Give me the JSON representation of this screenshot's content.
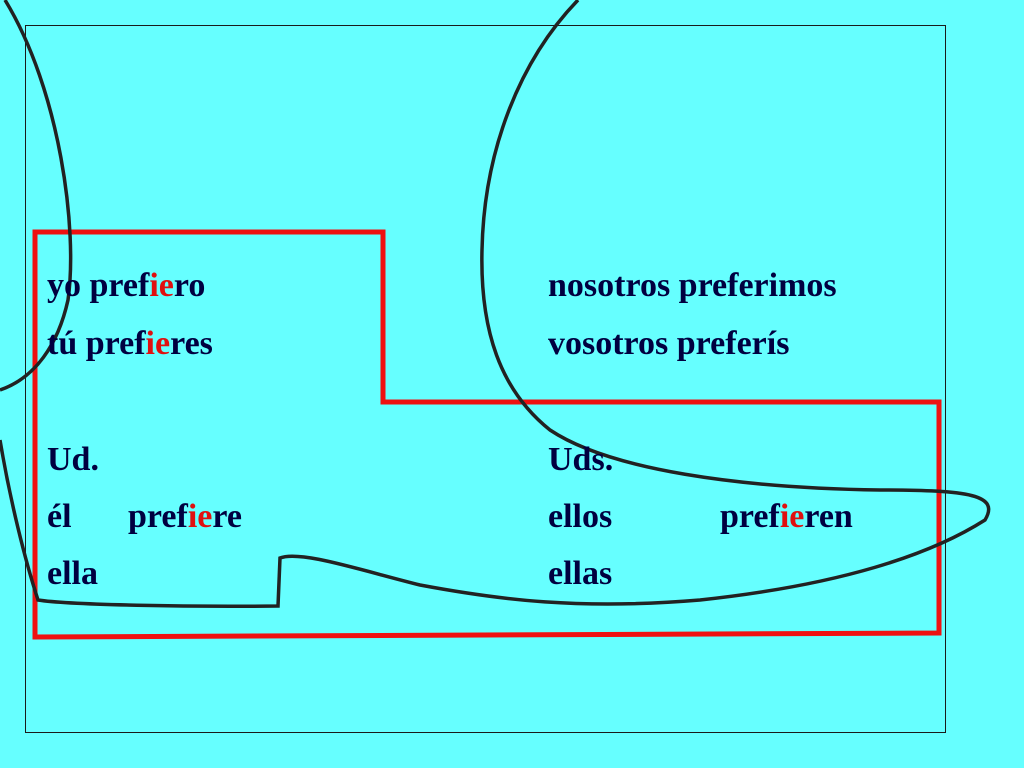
{
  "colors": {
    "background": "#66FFFF",
    "stem_highlight": "#E01010",
    "boot_outline": "#EE1111",
    "curve": "#222222",
    "text": "#000040"
  },
  "singular": {
    "yo": {
      "pronoun": "yo",
      "pre": "pref",
      "stem": "ie",
      "post": "ro"
    },
    "tu": {
      "pronoun": "tú",
      "pre": "pref",
      "stem": "ie",
      "post": "res"
    },
    "ud": {
      "pronoun": "Ud."
    },
    "el": {
      "pronoun": "él",
      "pre": "pref",
      "stem": "ie",
      "post": "re"
    },
    "ella": {
      "pronoun": "ella"
    }
  },
  "plural": {
    "nosotros": {
      "pronoun": "nosotros",
      "verb": "preferimos"
    },
    "vosotros": {
      "pronoun": "vosotros",
      "verb": "preferís"
    },
    "uds": {
      "pronoun": "Uds."
    },
    "ellos": {
      "pronoun": "ellos",
      "pre": "pref",
      "stem": "ie",
      "post": "ren"
    },
    "ellas": {
      "pronoun": "ellas"
    }
  }
}
